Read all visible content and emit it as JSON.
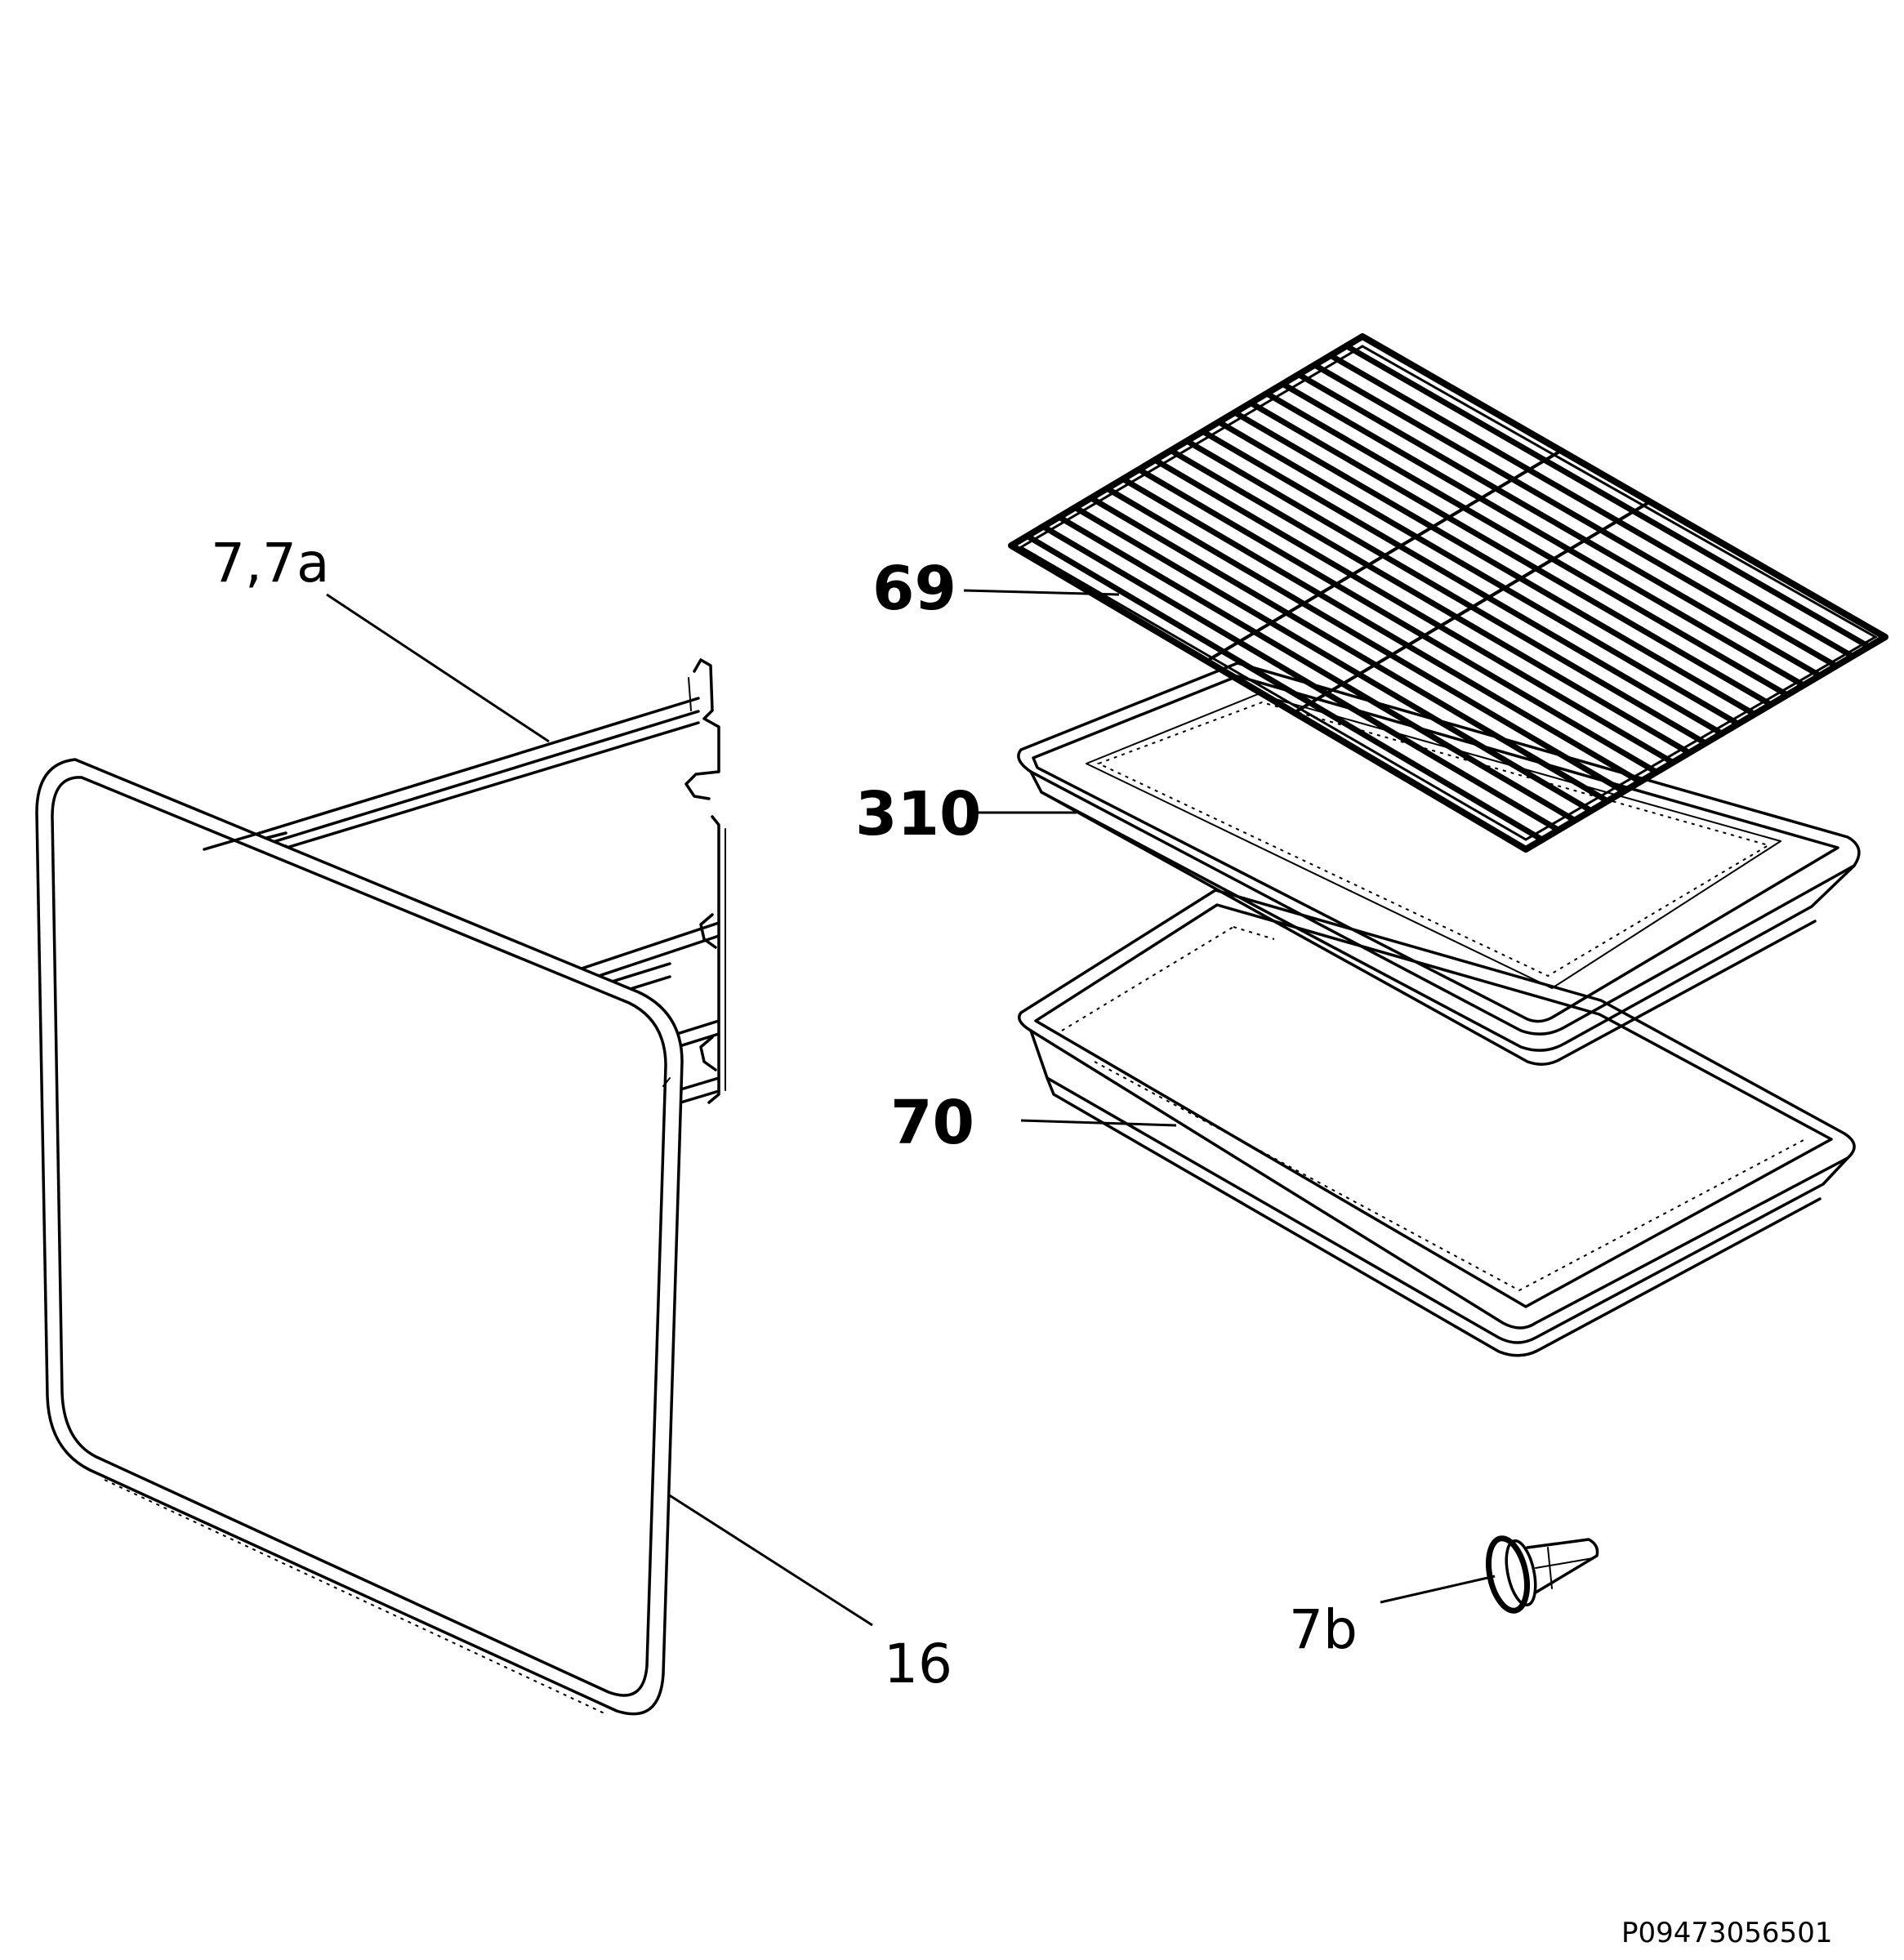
{
  "labels": {
    "shelf_supports": "7,7a",
    "oven_panel": "16",
    "grid_shelf": "69",
    "grill_pan": "310",
    "baking_tray": "70",
    "pin": "7b"
  },
  "reference_code": "P09473056501"
}
